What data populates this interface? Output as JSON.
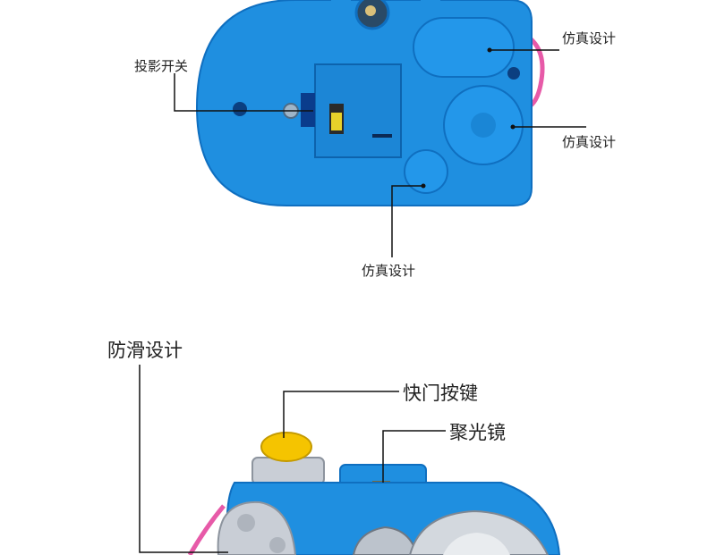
{
  "top_callouts": {
    "projection_switch": "投影开关",
    "sim_design_top": "仿真设计",
    "sim_design_right": "仿真设计",
    "sim_design_bottom": "仿真设计"
  },
  "bottom_callouts": {
    "anti_slip": "防滑设计",
    "shutter_button": "快门按键",
    "focus_lens": "聚光镜"
  },
  "colors": {
    "body_blue": "#1f8fe0",
    "dark_blue": "#0f6fc0",
    "shutter_yellow": "#f5c400",
    "strap_pink": "#e75aa8",
    "silver": "#c9ced6"
  }
}
